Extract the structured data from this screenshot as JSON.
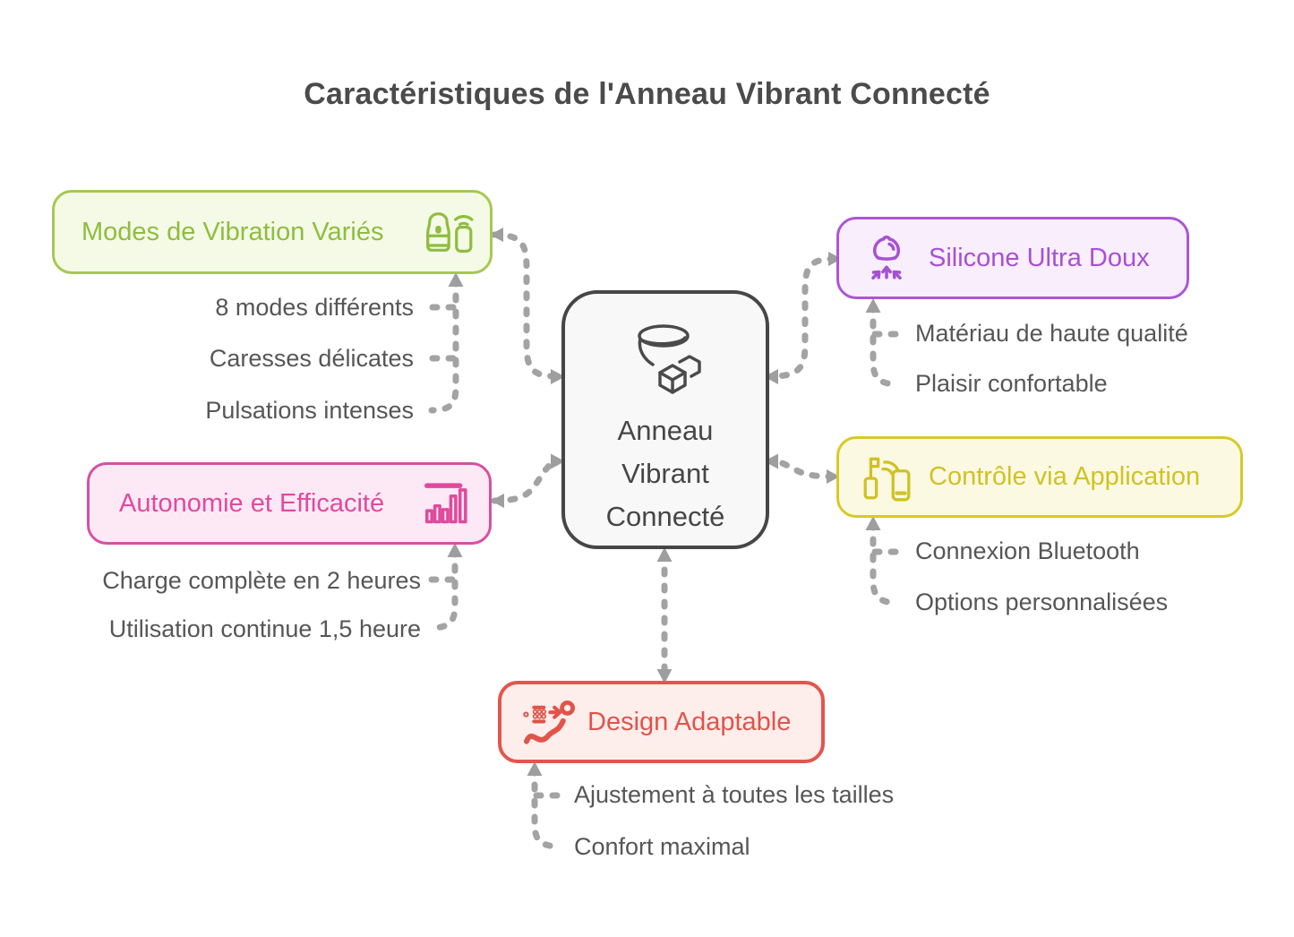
{
  "title": "Caractéristiques de l'Anneau Vibrant Connecté",
  "title_color": "#4b4b4b",
  "connector_color": "#a3a3a3",
  "leaf_text_color": "#565656",
  "center": {
    "lines": [
      "Anneau",
      "Vibrant",
      "Connecté"
    ],
    "icon": "ring-and-cube-icon",
    "border_color": "#464646",
    "bg_color": "#f8f8f8",
    "text_color": "#464646"
  },
  "branches": [
    {
      "label": "Modes de Vibration Variés",
      "icon": "massager-and-remote-icon",
      "text_color": "#8ebd3e",
      "border_color": "#a6c851",
      "bg_color": "#f5fae6",
      "children": [
        "8 modes différents",
        "Caresses délicates",
        "Pulsations intenses"
      ]
    },
    {
      "label": "Autonomie et Efficacité",
      "icon": "bar-chart-icon",
      "text_color": "#e04a9d",
      "border_color": "#d750a1",
      "bg_color": "#fde9f6",
      "children": [
        "Charge complète en 2 heures",
        "Utilisation continue 1,5 heure"
      ]
    },
    {
      "label": "Silicone Ultra Doux",
      "icon": "condom-icon",
      "text_color": "#a751d2",
      "border_color": "#aa57d5",
      "bg_color": "#f8eefc",
      "children": [
        "Matériau de haute qualité",
        "Plaisir confortable"
      ]
    },
    {
      "label": "Contrôle via Application",
      "icon": "remote-and-phone-icon",
      "text_color": "#d0c225",
      "border_color": "#d8c928",
      "bg_color": "#fcf9e2",
      "children": [
        "Connexion Bluetooth",
        "Options personnalisées"
      ]
    },
    {
      "label": "Design Adaptable",
      "icon": "winding-path-icon",
      "text_color": "#e0544a",
      "border_color": "#e2564d",
      "bg_color": "#fdedeb",
      "children": [
        "Ajustement à toutes les tailles",
        "Confort maximal"
      ]
    }
  ]
}
